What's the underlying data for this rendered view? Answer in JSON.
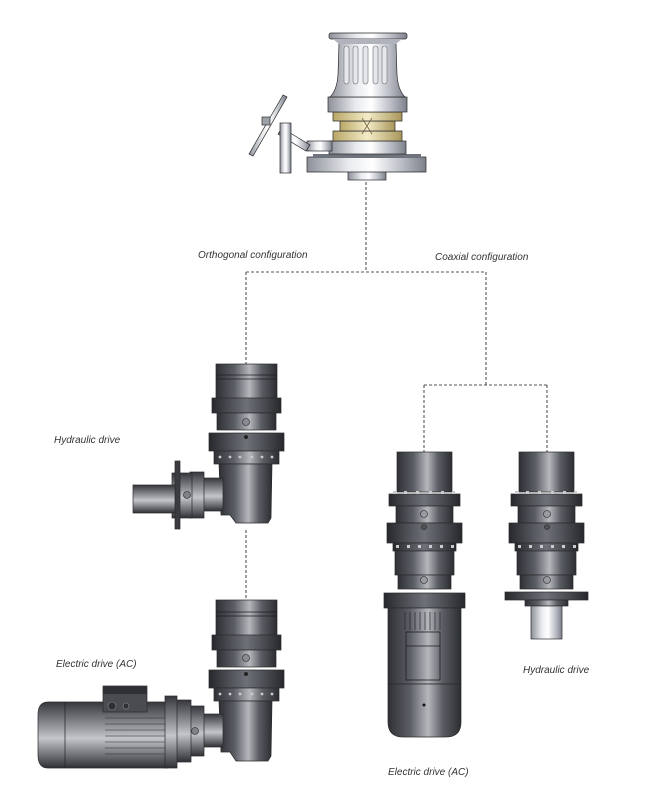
{
  "labels": {
    "orthogonal": "Orthogonal configuration",
    "coaxial": "Coaxial configuration",
    "ortho_hydraulic": "Hydraulic drive",
    "ortho_electric": "Electric drive (AC)",
    "coax_hydraulic": "Hydraulic drive",
    "coax_electric": "Electric drive (AC)"
  },
  "colors": {
    "background": "#ffffff",
    "connector": "#555555",
    "winch_silver": "#c9ccd4",
    "winch_brass": "#e4d6a2",
    "gearbox_dark": "#4a4c52",
    "gearbox_light": "#a8aab0",
    "label_text": "#333333"
  },
  "components": [
    {
      "id": "winch",
      "icon": "winch-capstan-icon"
    },
    {
      "id": "orthogonal-hydraulic",
      "icon": "orthogonal-gearbox-hydraulic-icon"
    },
    {
      "id": "orthogonal-electric",
      "icon": "orthogonal-gearbox-electric-icon"
    },
    {
      "id": "coaxial-electric",
      "icon": "coaxial-gearbox-electric-icon"
    },
    {
      "id": "coaxial-hydraulic",
      "icon": "coaxial-gearbox-hydraulic-icon"
    }
  ]
}
